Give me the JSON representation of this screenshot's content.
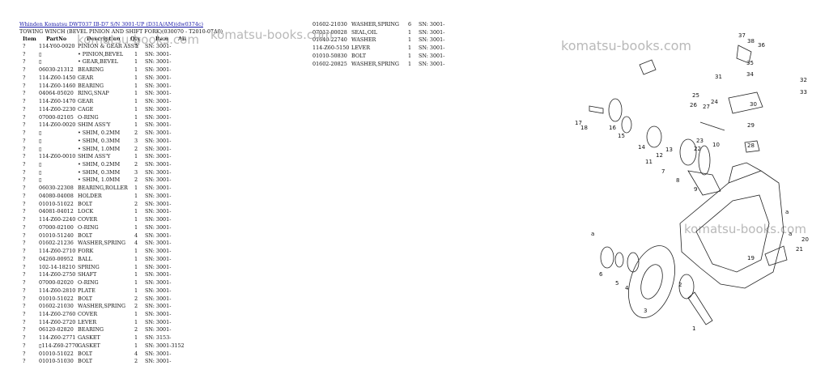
{
  "breadcrumb": "Whinden Komatsu DWT037 IB-D7 S/N 3001-UP (D31A/AM)(dw0374c)",
  "subtitle": "TOWING WINCH (BEVEL PINION AND SHIFT FORK)(030070 - T2010-07A0)",
  "headers": {
    "item": "Item",
    "part": "PartNo",
    "desc": "Description",
    "qty": "Qty",
    "rem": "Rem",
    "alt": "Alt"
  },
  "watermarks": [
    "komatsu-books.com",
    "komatsu-books.com",
    "komatsu-books.com",
    "komatsu-books.com"
  ],
  "rows_left": [
    [
      "?",
      "114-Y60-0020",
      "PINION & GEAR ASS'Y",
      "1",
      "SN: 3001-"
    ],
    [
      "?",
      "▯",
      "• PINION,BEVEL",
      "1",
      "SN: 3001-"
    ],
    [
      "?",
      "▯",
      "• GEAR,BEVEL",
      "1",
      "SN: 3001-"
    ],
    [
      "?",
      "06030-21312",
      "BEARING",
      "1",
      "SN: 3001-"
    ],
    [
      "?",
      "114-Z60-1450",
      "GEAR",
      "1",
      "SN: 3001-"
    ],
    [
      "?",
      "114-Z60-1460",
      "BEARING",
      "1",
      "SN: 3001-"
    ],
    [
      "?",
      "04064-05020",
      "RING,SNAP",
      "1",
      "SN: 3001-"
    ],
    [
      "?",
      "114-Z60-1470",
      "GEAR",
      "1",
      "SN: 3001-"
    ],
    [
      "?",
      "114-Z60-2230",
      "CAGE",
      "1",
      "SN: 3001-"
    ],
    [
      "?",
      "07000-02105",
      "O-RING",
      "1",
      "SN: 3001-"
    ],
    [
      "?",
      "114-Z60-0020",
      "SHIM ASS'Y",
      "1",
      "SN: 3001-"
    ],
    [
      "?",
      "▯",
      "• SHIM, 0.2MM",
      "2",
      "SN: 3001-"
    ],
    [
      "?",
      "▯",
      "• SHIM, 0.3MM",
      "3",
      "SN: 3001-"
    ],
    [
      "?",
      "▯",
      "• SHIM, 1.0MM",
      "2",
      "SN: 3001-"
    ],
    [
      "?",
      "114-Z60-0010",
      "SHIM ASS'Y",
      "1",
      "SN: 3001-"
    ],
    [
      "?",
      "▯",
      "• SHIM, 0.2MM",
      "2",
      "SN: 3001-"
    ],
    [
      "?",
      "▯",
      "• SHIM, 0.3MM",
      "3",
      "SN: 3001-"
    ],
    [
      "?",
      "▯",
      "• SHIM, 1.0MM",
      "2",
      "SN: 3001-"
    ],
    [
      "?",
      "06030-22308",
      "BEARING,ROLLER",
      "1",
      "SN: 3001-"
    ],
    [
      "?",
      "04080-04008",
      "HOLDER",
      "1",
      "SN: 3001-"
    ],
    [
      "?",
      "01010-51022",
      "BOLT",
      "2",
      "SN: 3001-"
    ],
    [
      "?",
      "04081-04012",
      "LOCK",
      "1",
      "SN: 3001-"
    ],
    [
      "?",
      "114-Z60-2240",
      "COVER",
      "1",
      "SN: 3001-"
    ],
    [
      "?",
      "07000-02100",
      "O-RING",
      "1",
      "SN: 3001-"
    ],
    [
      "?",
      "01010-51240",
      "BOLT",
      "4",
      "SN: 3001-"
    ],
    [
      "?",
      "01602-21236",
      "WASHER,SPRING",
      "4",
      "SN: 3001-"
    ],
    [
      "?",
      "114-Z60-2710",
      "FORK",
      "1",
      "SN: 3001-"
    ],
    [
      "?",
      "04260-00952",
      "BALL",
      "1",
      "SN: 3001-"
    ],
    [
      "?",
      "102-14-18210",
      "SPRING",
      "1",
      "SN: 3001-"
    ],
    [
      "?",
      "114-Z60-2750",
      "SHAFT",
      "1",
      "SN: 3001-"
    ],
    [
      "?",
      "07000-02020",
      "O-RING",
      "1",
      "SN: 3001-"
    ],
    [
      "?",
      "114-Z60-2810",
      "PLATE",
      "1",
      "SN: 3001-"
    ],
    [
      "?",
      "01010-51022",
      "BOLT",
      "2",
      "SN: 3001-"
    ],
    [
      "?",
      "01602-21030",
      "WASHER,SPRING",
      "2",
      "SN: 3001-"
    ],
    [
      "?",
      "114-Z60-2760",
      "COVER",
      "1",
      "SN: 3001-"
    ],
    [
      "?",
      "114-Z60-2720",
      "LEVER",
      "1",
      "SN: 3001-"
    ],
    [
      "?",
      "06120-02820",
      "BEARING",
      "2",
      "SN: 3001-"
    ],
    [
      "?",
      "114-Z60-2771",
      "GASKET",
      "1",
      "SN: 3153-"
    ],
    [
      "?",
      "▯114-Z60-2770",
      "GASKET",
      "1",
      "SN: 3001-3152"
    ],
    [
      "?",
      "01010-51022",
      "BOLT",
      "4",
      "SN: 3001-"
    ],
    [
      "?",
      "01010-51030",
      "BOLT",
      "2",
      "SN: 3001-"
    ]
  ],
  "rows_right": [
    [
      "?",
      "01602-21030",
      "WASHER,SPRING",
      "6",
      "SN: 3001-"
    ],
    [
      "?",
      "07012-00028",
      "SEAL,OIL",
      "1",
      "SN: 3001-"
    ],
    [
      "?",
      "01640-22740",
      "WASHER",
      "1",
      "SN: 3001-"
    ],
    [
      "?",
      "114-Z60-5150",
      "LEVER",
      "1",
      "SN: 3001-"
    ],
    [
      "?",
      "01010-50830",
      "BOLT",
      "1",
      "SN: 3001-"
    ],
    [
      "?",
      "01602-20825",
      "WASHER,SPRING",
      "1",
      "SN: 3001-"
    ]
  ],
  "diagram_callouts": [
    "1",
    "2",
    "3",
    "4",
    "5",
    "6",
    "7",
    "8",
    "9",
    "10",
    "11",
    "12",
    "13",
    "14",
    "15",
    "16",
    "17",
    "18",
    "19",
    "20",
    "21",
    "22",
    "23",
    "24",
    "25",
    "26",
    "27",
    "28",
    "29",
    "30",
    "31",
    "32",
    "33",
    "34",
    "35",
    "36",
    "37",
    "38",
    "a",
    "a",
    "a"
  ]
}
